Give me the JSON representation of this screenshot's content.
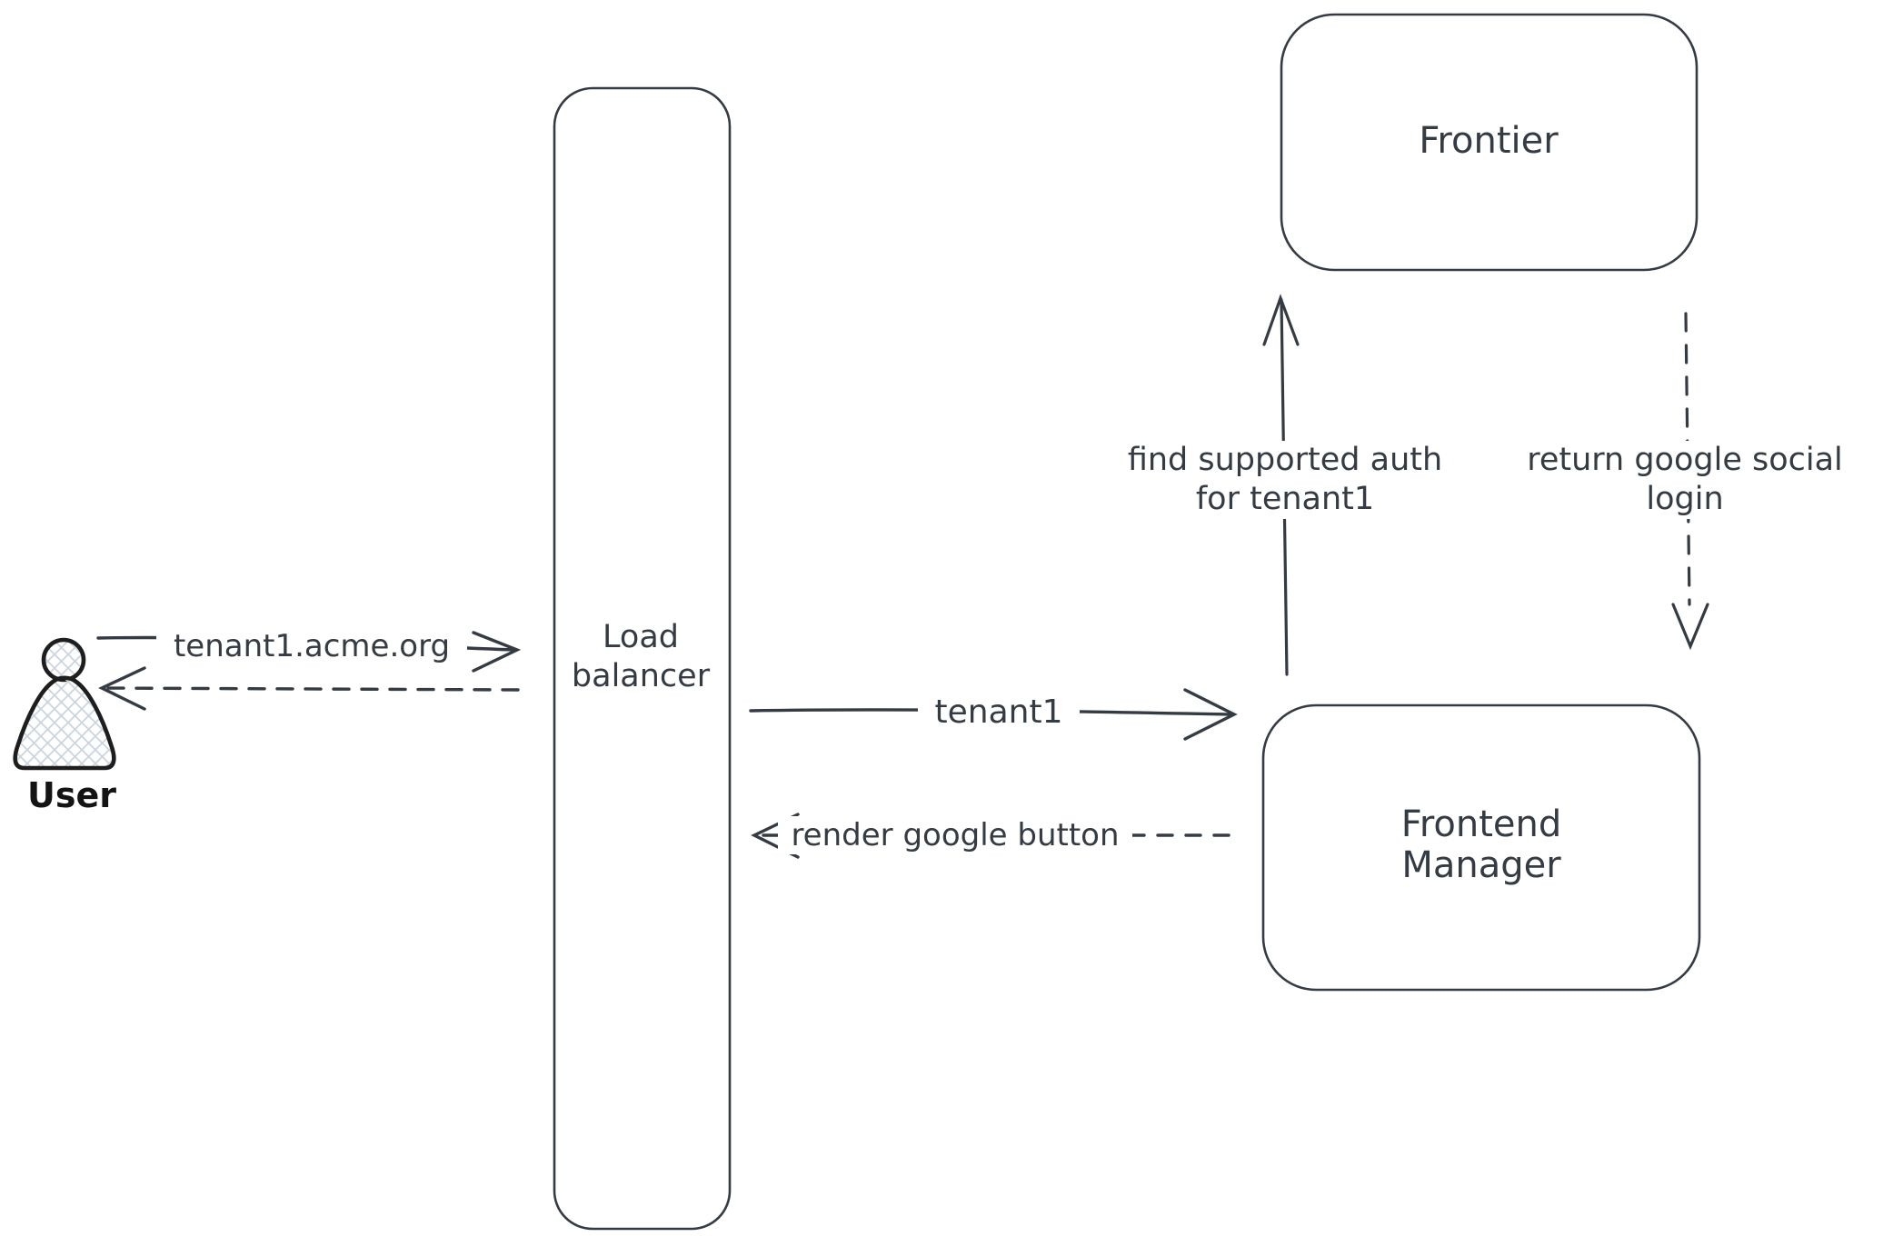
{
  "diagram": {
    "type": "sequence-architecture-sketch",
    "background": "#ffffff",
    "stroke_color": "#353b43",
    "user_icon_color": "#1e1e1e",
    "hatch_color": "#ccd5de"
  },
  "nodes": {
    "user": {
      "label": "User",
      "icon": "person-icon"
    },
    "load_balancer": {
      "label": [
        "Load",
        "balancer"
      ]
    },
    "frontier": {
      "label": "Frontier"
    },
    "frontend_manager": {
      "label": [
        "Frontend",
        "Manager"
      ]
    }
  },
  "edges": {
    "request_domain": {
      "label": "tenant1.acme.org",
      "style": "solid",
      "direction": "user-to-load-balancer"
    },
    "response_to_user": {
      "label": "",
      "style": "dashed",
      "direction": "load-balancer-to-user"
    },
    "forward_tenant1": {
      "label": "tenant1",
      "style": "solid",
      "direction": "load-balancer-to-frontend-manager"
    },
    "render_google_button": {
      "label": "render google button",
      "style": "dashed",
      "direction": "frontend-manager-to-load-balancer"
    },
    "find_supported_auth": {
      "label": [
        "find supported auth",
        "for tenant1"
      ],
      "style": "solid",
      "direction": "frontend-manager-to-frontier"
    },
    "return_google_social_login": {
      "label": [
        "return google social",
        "login"
      ],
      "style": "dashed",
      "direction": "frontier-to-frontend-manager"
    }
  }
}
